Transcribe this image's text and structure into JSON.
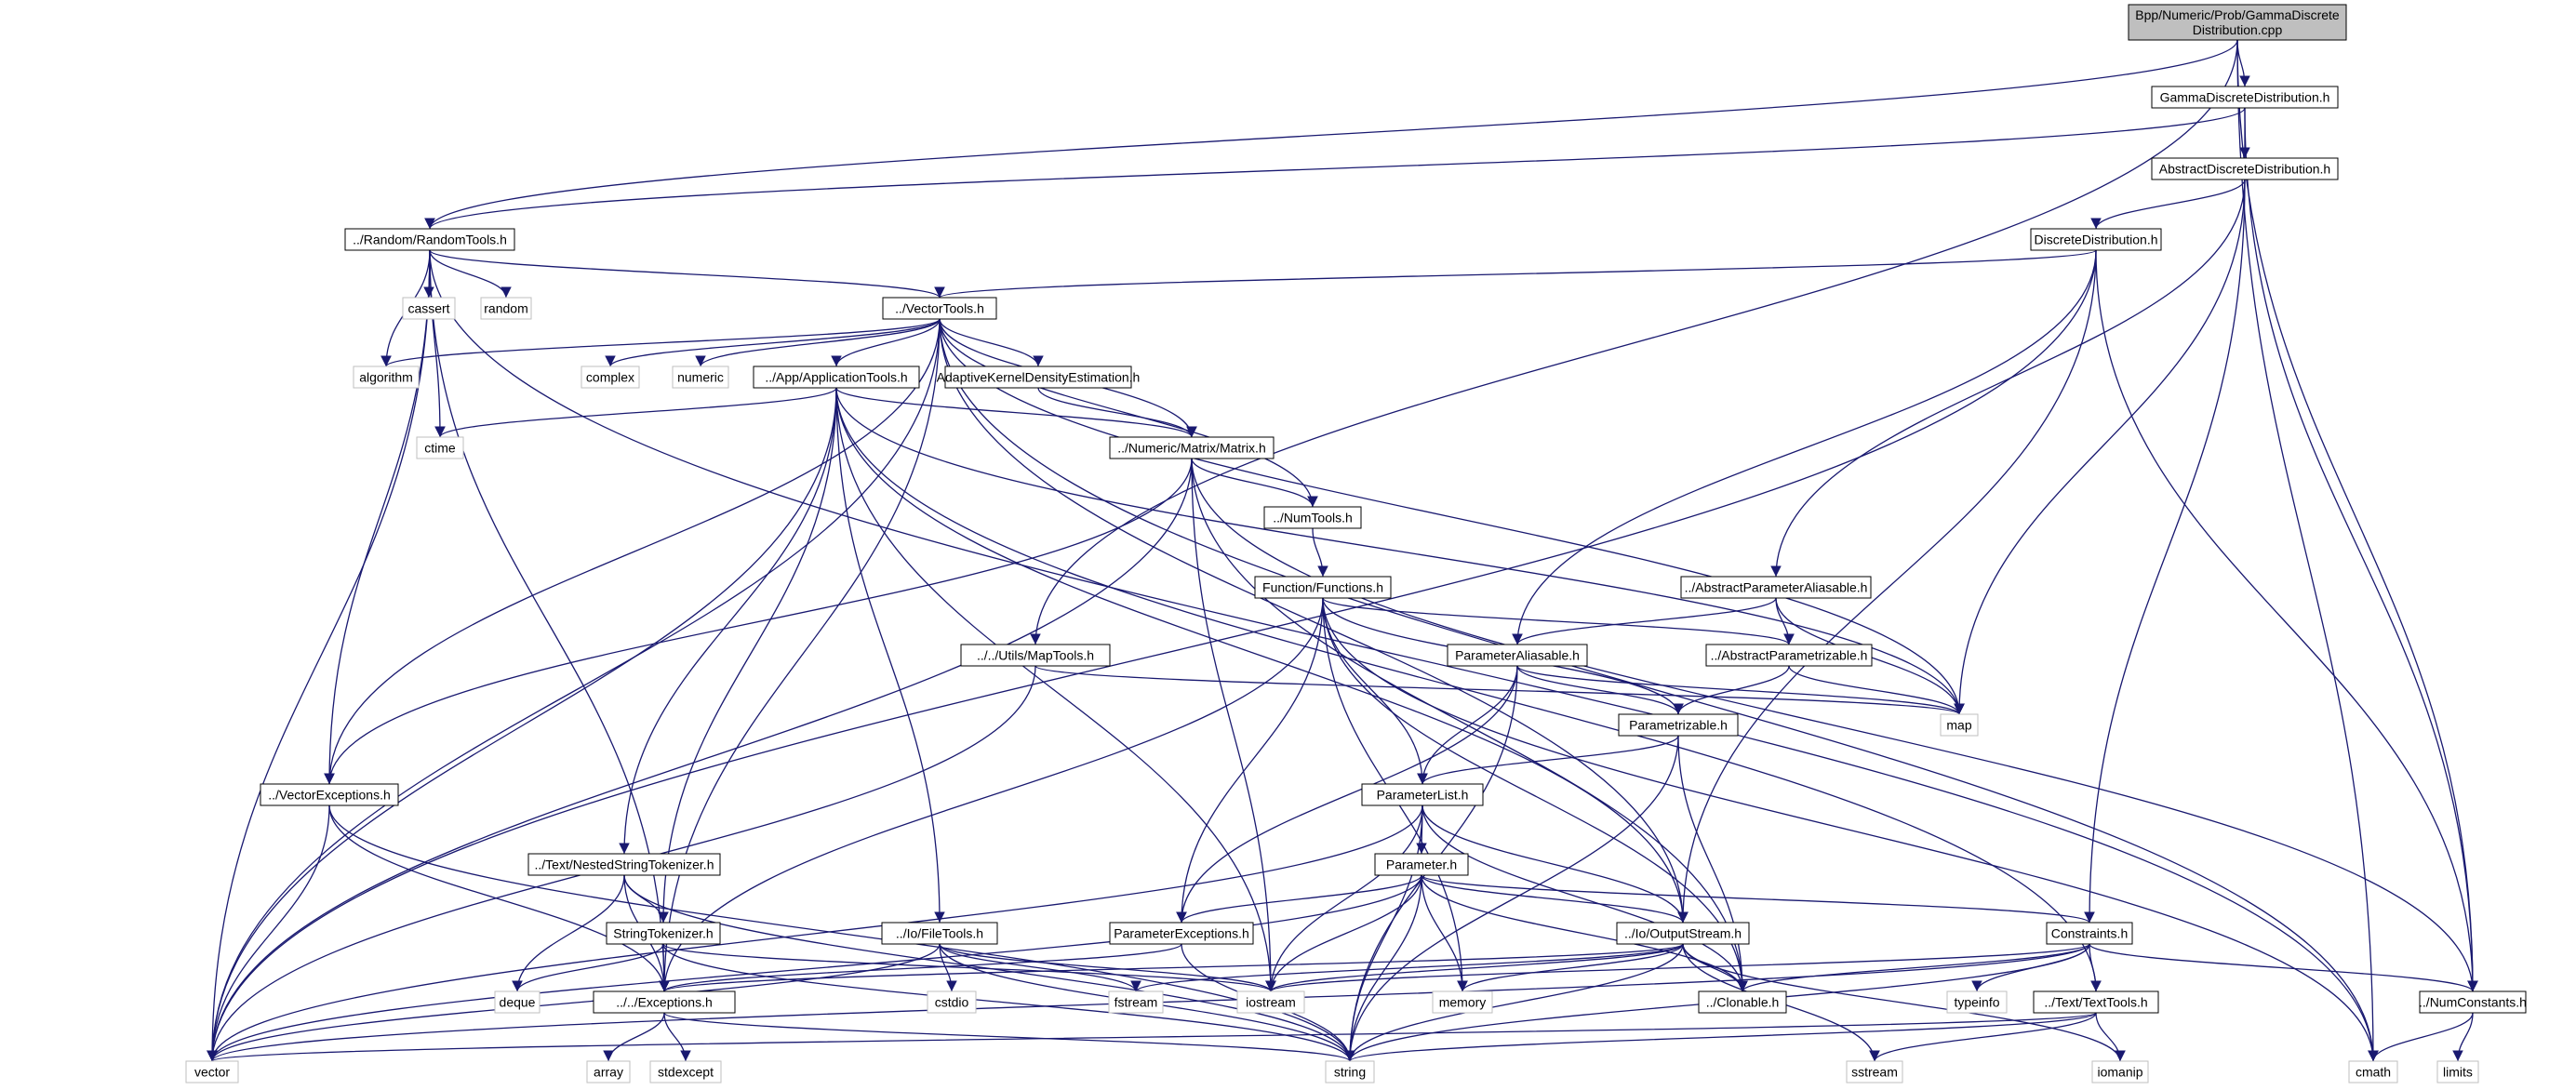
{
  "graph": {
    "root": "root",
    "nodes": [
      {
        "id": "root",
        "lines": [
          "Bpp/Numeric/Prob/GammaDiscrete",
          "Distribution.cpp"
        ],
        "kind": "root"
      },
      {
        "id": "gdd",
        "lines": [
          "GammaDiscreteDistribution.h"
        ],
        "kind": "header"
      },
      {
        "id": "add",
        "lines": [
          "AbstractDiscreteDistribution.h"
        ],
        "kind": "header"
      },
      {
        "id": "dd",
        "lines": [
          "DiscreteDistribution.h"
        ],
        "kind": "header"
      },
      {
        "id": "rt",
        "lines": [
          "../Random/RandomTools.h"
        ],
        "kind": "header"
      },
      {
        "id": "cassert",
        "lines": [
          "cassert"
        ],
        "kind": "system"
      },
      {
        "id": "random",
        "lines": [
          "random"
        ],
        "kind": "system"
      },
      {
        "id": "vt",
        "lines": [
          "../VectorTools.h"
        ],
        "kind": "header"
      },
      {
        "id": "algorithm",
        "lines": [
          "algorithm"
        ],
        "kind": "system"
      },
      {
        "id": "complex",
        "lines": [
          "complex"
        ],
        "kind": "system"
      },
      {
        "id": "numeric",
        "lines": [
          "numeric"
        ],
        "kind": "system"
      },
      {
        "id": "at",
        "lines": [
          "../App/ApplicationTools.h"
        ],
        "kind": "header"
      },
      {
        "id": "akde",
        "lines": [
          "AdaptiveKernelDensityEstimation.h"
        ],
        "kind": "header"
      },
      {
        "id": "ctime",
        "lines": [
          "ctime"
        ],
        "kind": "system"
      },
      {
        "id": "mat",
        "lines": [
          "../Numeric/Matrix/Matrix.h"
        ],
        "kind": "header"
      },
      {
        "id": "nt",
        "lines": [
          "../NumTools.h"
        ],
        "kind": "header"
      },
      {
        "id": "ff",
        "lines": [
          "Function/Functions.h"
        ],
        "kind": "header"
      },
      {
        "id": "mt",
        "lines": [
          "../../Utils/MapTools.h"
        ],
        "kind": "header"
      },
      {
        "id": "apa",
        "lines": [
          "../AbstractParameterAliasable.h"
        ],
        "kind": "header"
      },
      {
        "id": "pa",
        "lines": [
          "ParameterAliasable.h"
        ],
        "kind": "header"
      },
      {
        "id": "ap",
        "lines": [
          "../AbstractParametrizable.h"
        ],
        "kind": "header"
      },
      {
        "id": "map",
        "lines": [
          "map"
        ],
        "kind": "system"
      },
      {
        "id": "pz",
        "lines": [
          "Parametrizable.h"
        ],
        "kind": "header"
      },
      {
        "id": "ve",
        "lines": [
          "../VectorExceptions.h"
        ],
        "kind": "header"
      },
      {
        "id": "pl",
        "lines": [
          "ParameterList.h"
        ],
        "kind": "header"
      },
      {
        "id": "nst",
        "lines": [
          "../Text/NestedStringTokenizer.h"
        ],
        "kind": "header"
      },
      {
        "id": "param",
        "lines": [
          "Parameter.h"
        ],
        "kind": "header"
      },
      {
        "id": "stok",
        "lines": [
          "StringTokenizer.h"
        ],
        "kind": "header"
      },
      {
        "id": "ft",
        "lines": [
          "../Io/FileTools.h"
        ],
        "kind": "header"
      },
      {
        "id": "pe",
        "lines": [
          "ParameterExceptions.h"
        ],
        "kind": "header"
      },
      {
        "id": "os",
        "lines": [
          "../Io/OutputStream.h"
        ],
        "kind": "header"
      },
      {
        "id": "con",
        "lines": [
          "Constraints.h"
        ],
        "kind": "header"
      },
      {
        "id": "deque",
        "lines": [
          "deque"
        ],
        "kind": "system"
      },
      {
        "id": "exc",
        "lines": [
          "../../Exceptions.h"
        ],
        "kind": "header"
      },
      {
        "id": "cstdio",
        "lines": [
          "cstdio"
        ],
        "kind": "system"
      },
      {
        "id": "fstream",
        "lines": [
          "fstream"
        ],
        "kind": "system"
      },
      {
        "id": "iostream",
        "lines": [
          "iostream"
        ],
        "kind": "system"
      },
      {
        "id": "memory",
        "lines": [
          "memory"
        ],
        "kind": "system"
      },
      {
        "id": "clon",
        "lines": [
          "../Clonable.h"
        ],
        "kind": "header"
      },
      {
        "id": "typeinfo",
        "lines": [
          "typeinfo"
        ],
        "kind": "system"
      },
      {
        "id": "tt",
        "lines": [
          "../Text/TextTools.h"
        ],
        "kind": "header"
      },
      {
        "id": "nc",
        "lines": [
          "../NumConstants.h"
        ],
        "kind": "header"
      },
      {
        "id": "vector",
        "lines": [
          "vector"
        ],
        "kind": "system"
      },
      {
        "id": "array",
        "lines": [
          "array"
        ],
        "kind": "system"
      },
      {
        "id": "stdexcept",
        "lines": [
          "stdexcept"
        ],
        "kind": "system"
      },
      {
        "id": "string",
        "lines": [
          "string"
        ],
        "kind": "system"
      },
      {
        "id": "sstream",
        "lines": [
          "sstream"
        ],
        "kind": "system"
      },
      {
        "id": "iomanip",
        "lines": [
          "iomanip"
        ],
        "kind": "system"
      },
      {
        "id": "cmath",
        "lines": [
          "cmath"
        ],
        "kind": "system"
      },
      {
        "id": "limits",
        "lines": [
          "limits"
        ],
        "kind": "system"
      }
    ],
    "edges": [
      [
        "root",
        "gdd"
      ],
      [
        "root",
        "rt"
      ],
      [
        "root",
        "mt"
      ],
      [
        "root",
        "nc"
      ],
      [
        "root",
        "cmath"
      ],
      [
        "gdd",
        "add"
      ],
      [
        "gdd",
        "rt"
      ],
      [
        "gdd",
        "nc"
      ],
      [
        "add",
        "dd"
      ],
      [
        "add",
        "apa"
      ],
      [
        "add",
        "con"
      ],
      [
        "add",
        "map"
      ],
      [
        "dd",
        "vt"
      ],
      [
        "dd",
        "pa"
      ],
      [
        "dd",
        "os"
      ],
      [
        "dd",
        "vector"
      ],
      [
        "dd",
        "nc"
      ],
      [
        "rt",
        "cassert"
      ],
      [
        "rt",
        "random"
      ],
      [
        "rt",
        "vt"
      ],
      [
        "rt",
        "algorithm"
      ],
      [
        "rt",
        "ctime"
      ],
      [
        "rt",
        "ve"
      ],
      [
        "rt",
        "exc"
      ],
      [
        "rt",
        "vector"
      ],
      [
        "rt",
        "cmath"
      ],
      [
        "vt",
        "algorithm"
      ],
      [
        "vt",
        "complex"
      ],
      [
        "vt",
        "numeric"
      ],
      [
        "vt",
        "at"
      ],
      [
        "vt",
        "akde"
      ],
      [
        "vt",
        "mat"
      ],
      [
        "vt",
        "nt"
      ],
      [
        "vt",
        "ve"
      ],
      [
        "vt",
        "os"
      ],
      [
        "vt",
        "map"
      ],
      [
        "vt",
        "exc"
      ],
      [
        "vt",
        "vector"
      ],
      [
        "vt",
        "cmath"
      ],
      [
        "at",
        "ctime"
      ],
      [
        "at",
        "mat"
      ],
      [
        "at",
        "nst"
      ],
      [
        "at",
        "stok"
      ],
      [
        "at",
        "ft"
      ],
      [
        "at",
        "os"
      ],
      [
        "at",
        "iostream"
      ],
      [
        "at",
        "map"
      ],
      [
        "at",
        "vector"
      ],
      [
        "at",
        "tt"
      ],
      [
        "akde",
        "mat"
      ],
      [
        "mat",
        "nt"
      ],
      [
        "mat",
        "ve"
      ],
      [
        "mat",
        "iostream"
      ],
      [
        "mat",
        "clon"
      ],
      [
        "mat",
        "vector"
      ],
      [
        "mat",
        "nc"
      ],
      [
        "nt",
        "ff"
      ],
      [
        "ff",
        "ap"
      ],
      [
        "ff",
        "pz"
      ],
      [
        "ff",
        "pl"
      ],
      [
        "ff",
        "pe"
      ],
      [
        "ff",
        "exc"
      ],
      [
        "ff",
        "memory"
      ],
      [
        "ff",
        "clon"
      ],
      [
        "ff",
        "cmath"
      ],
      [
        "mt",
        "map"
      ],
      [
        "mt",
        "vector"
      ],
      [
        "apa",
        "pa"
      ],
      [
        "apa",
        "ap"
      ],
      [
        "apa",
        "map"
      ],
      [
        "pa",
        "pz"
      ],
      [
        "pa",
        "pl"
      ],
      [
        "pa",
        "pe"
      ],
      [
        "pa",
        "map"
      ],
      [
        "pa",
        "string"
      ],
      [
        "ap",
        "pz"
      ],
      [
        "ap",
        "map"
      ],
      [
        "pz",
        "pl"
      ],
      [
        "pz",
        "clon"
      ],
      [
        "pz",
        "string"
      ],
      [
        "ve",
        "exc"
      ],
      [
        "ve",
        "vector"
      ],
      [
        "ve",
        "string"
      ],
      [
        "pl",
        "param"
      ],
      [
        "pl",
        "os"
      ],
      [
        "pl",
        "iostream"
      ],
      [
        "pl",
        "clon"
      ],
      [
        "pl",
        "string"
      ],
      [
        "pl",
        "vector"
      ],
      [
        "nst",
        "stok"
      ],
      [
        "nst",
        "exc"
      ],
      [
        "nst",
        "deque"
      ],
      [
        "nst",
        "string"
      ],
      [
        "param",
        "con"
      ],
      [
        "param",
        "pe"
      ],
      [
        "param",
        "os"
      ],
      [
        "param",
        "iostream"
      ],
      [
        "param",
        "memory"
      ],
      [
        "param",
        "clon"
      ],
      [
        "param",
        "string"
      ],
      [
        "param",
        "vector"
      ],
      [
        "stok",
        "exc"
      ],
      [
        "stok",
        "deque"
      ],
      [
        "stok",
        "iostream"
      ],
      [
        "stok",
        "string"
      ],
      [
        "ft",
        "iostream"
      ],
      [
        "ft",
        "fstream"
      ],
      [
        "ft",
        "cstdio"
      ],
      [
        "ft",
        "string"
      ],
      [
        "ft",
        "vector"
      ],
      [
        "pe",
        "exc"
      ],
      [
        "pe",
        "string"
      ],
      [
        "os",
        "clon"
      ],
      [
        "os",
        "exc"
      ],
      [
        "os",
        "iostream"
      ],
      [
        "os",
        "fstream"
      ],
      [
        "os",
        "memory"
      ],
      [
        "os",
        "string"
      ],
      [
        "os",
        "sstream"
      ],
      [
        "os",
        "iomanip"
      ],
      [
        "con",
        "tt"
      ],
      [
        "con",
        "nc"
      ],
      [
        "con",
        "clon"
      ],
      [
        "con",
        "typeinfo"
      ],
      [
        "con",
        "iostream"
      ],
      [
        "con",
        "string"
      ],
      [
        "con",
        "vector"
      ],
      [
        "exc",
        "array"
      ],
      [
        "exc",
        "stdexcept"
      ],
      [
        "exc",
        "string"
      ],
      [
        "tt",
        "vector"
      ],
      [
        "tt",
        "string"
      ],
      [
        "tt",
        "sstream"
      ],
      [
        "tt",
        "iomanip"
      ],
      [
        "nc",
        "cmath"
      ],
      [
        "nc",
        "limits"
      ]
    ]
  }
}
